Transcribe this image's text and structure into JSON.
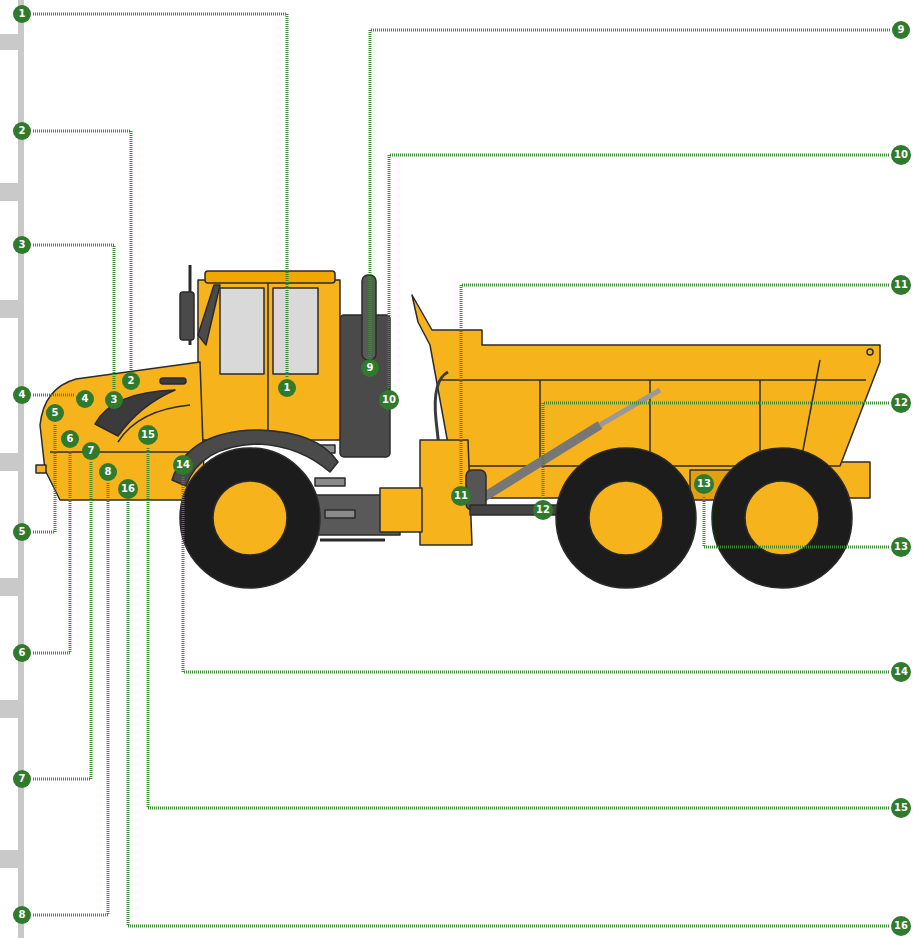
{
  "diagram": {
    "nodes": [
      {
        "text": [
          "1"
        ]
      },
      {
        "text": [
          "2"
        ]
      },
      {
        "text": [
          "3"
        ]
      },
      {
        "text": [
          "4"
        ]
      },
      {
        "text": [
          "5"
        ]
      },
      {
        "text": [
          "6"
        ]
      },
      {
        "text": [
          "7"
        ]
      },
      {
        "text": [
          "8"
        ]
      },
      {
        "text": [
          "9"
        ]
      },
      {
        "text": [
          "10"
        ]
      },
      {
        "text": [
          "11"
        ]
      },
      {
        "text": [
          "12"
        ]
      },
      {
        "text": [
          "13"
        ]
      },
      {
        "text": [
          "14"
        ]
      },
      {
        "text": [
          "15"
        ]
      },
      {
        "text": [
          "16"
        ]
      },
      {
        "text": [
          "1"
        ]
      },
      {
        "text": [
          "2"
        ]
      },
      {
        "text": [
          "3"
        ]
      },
      {
        "text": [
          "4"
        ]
      },
      {
        "text": [
          "5"
        ]
      },
      {
        "text": [
          "6"
        ]
      },
      {
        "text": [
          "7"
        ]
      },
      {
        "text": [
          "8"
        ]
      },
      {
        "text": [
          "9"
        ]
      },
      {
        "text": [
          "10"
        ]
      },
      {
        "text": [
          "11"
        ]
      },
      {
        "text": [
          "12"
        ]
      },
      {
        "text": [
          "13"
        ]
      },
      {
        "text": [
          "14"
        ]
      },
      {
        "text": [
          "15"
        ]
      },
      {
        "text": [
          "16"
        ]
      }
    ],
    "edges": [
      {
        "from": 0,
        "to": 16,
        "arrow": "none"
      },
      {
        "from": 1,
        "to": 17,
        "arrow": "none"
      },
      {
        "from": 2,
        "to": 18,
        "arrow": "none"
      },
      {
        "from": 3,
        "to": 19,
        "arrow": "none"
      },
      {
        "from": 4,
        "to": 20,
        "arrow": "none"
      },
      {
        "from": 5,
        "to": 21,
        "arrow": "none"
      },
      {
        "from": 6,
        "to": 22,
        "arrow": "none"
      },
      {
        "from": 7,
        "to": 23,
        "arrow": "none"
      },
      {
        "from": 8,
        "to": 24,
        "arrow": "none"
      },
      {
        "from": 9,
        "to": 25,
        "arrow": "none"
      },
      {
        "from": 10,
        "to": 26,
        "arrow": "none"
      },
      {
        "from": 11,
        "to": 27,
        "arrow": "none"
      },
      {
        "from": 12,
        "to": 28,
        "arrow": "none"
      },
      {
        "from": 13,
        "to": 29,
        "arrow": "none"
      },
      {
        "from": 14,
        "to": 30,
        "arrow": "none"
      },
      {
        "from": 15,
        "to": 31,
        "arrow": "none"
      }
    ]
  }
}
